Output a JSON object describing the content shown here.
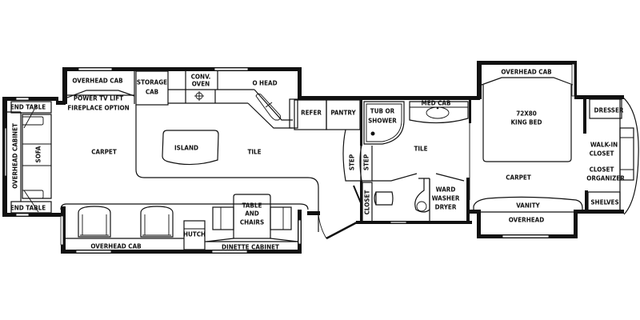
{
  "floorplan": {
    "colors": {
      "wall": "#111111",
      "background": "#ffffff"
    },
    "front_living": {
      "end_table_top": "END TABLE",
      "end_table_bottom": "END TABLE",
      "overhead_cabinet_vertical": "OVERHEAD CABINET",
      "sofa": "SOFA",
      "overhead_cab_top": "OVERHEAD CAB",
      "power_tv_lift": "POWER TV LIFT",
      "fireplace_option": "FIREPLACE OPTION",
      "carpet": "CARPET",
      "overhead_cab_bottom": "OVERHEAD CAB"
    },
    "kitchen": {
      "storage_cab_line1": "STORAGE",
      "storage_cab_line2": "CAB",
      "conv_oven_line1": "CONV.",
      "conv_oven_line2": "OVEN",
      "o_head": "O HEAD",
      "island": "ISLAND",
      "tile": "TILE",
      "hutch": "HUTCH",
      "table_line1": "TABLE",
      "table_line2": "AND",
      "table_line3": "CHAIRS",
      "dinette_cabinet": "DINETTE CABINET",
      "refer": "REFER",
      "pantry": "PANTRY"
    },
    "bath": {
      "tub_line1": "TUB OR",
      "tub_line2": "SHOWER",
      "med_cab": "MED CAB",
      "tile": "TILE",
      "step_1": "STEP",
      "step_2": "STEP",
      "closet": "CLOSET",
      "ward_line1": "WARD",
      "ward_line2": "WASHER",
      "ward_line3": "DRYER"
    },
    "bedroom": {
      "overhead_cab": "OVERHEAD CAB",
      "bed_size": "72X80",
      "bed_label": "KING BED",
      "carpet": "CARPET",
      "vanity": "VANITY",
      "overhead": "OVERHEAD",
      "dresser": "DRESSER",
      "walk_in_line1": "WALK-IN",
      "walk_in_line2": "CLOSET",
      "organizer_line1": "CLOSET",
      "organizer_line2": "ORGANIZER",
      "shelves": "SHELVES"
    }
  }
}
